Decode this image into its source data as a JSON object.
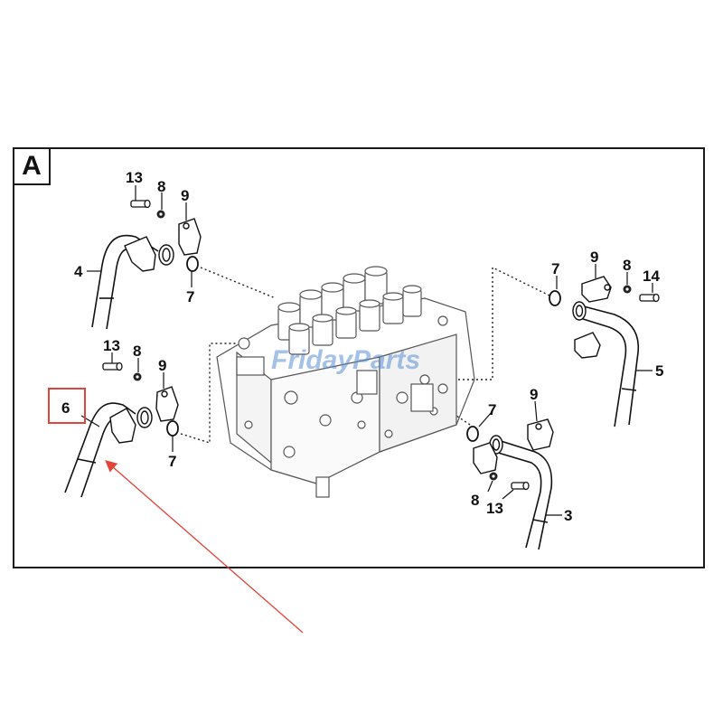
{
  "diagram": {
    "section_label": "A",
    "watermark": "FridayParts",
    "callouts": [
      {
        "id": "c13a",
        "text": "13"
      },
      {
        "id": "c8a",
        "text": "8"
      },
      {
        "id": "c9a",
        "text": "9"
      },
      {
        "id": "c4",
        "text": "4"
      },
      {
        "id": "c7a",
        "text": "7"
      },
      {
        "id": "c13b",
        "text": "13"
      },
      {
        "id": "c8b",
        "text": "8"
      },
      {
        "id": "c9b",
        "text": "9"
      },
      {
        "id": "c6",
        "text": "6"
      },
      {
        "id": "c7b",
        "text": "7"
      },
      {
        "id": "c7c",
        "text": "7"
      },
      {
        "id": "c9c",
        "text": "9"
      },
      {
        "id": "c8c",
        "text": "8"
      },
      {
        "id": "c14",
        "text": "14"
      },
      {
        "id": "c5",
        "text": "5"
      },
      {
        "id": "c7d",
        "text": "7"
      },
      {
        "id": "c9d",
        "text": "9"
      },
      {
        "id": "c8d",
        "text": "8"
      },
      {
        "id": "c13c",
        "text": "13"
      },
      {
        "id": "c3",
        "text": "3"
      }
    ],
    "highlight": {
      "target": "6",
      "color": "#e0443a"
    }
  }
}
